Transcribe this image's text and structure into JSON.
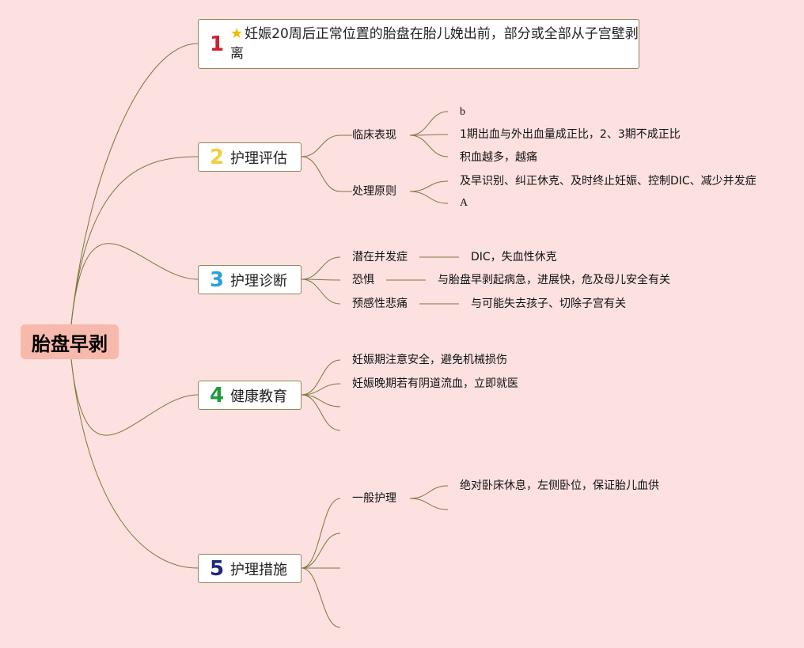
{
  "root": {
    "label": "胎盘早剥"
  },
  "colors": {
    "background": "#fde0e0",
    "root_fill": "#f8b9ad",
    "line": "#7a7a3a",
    "num1": "#d0202f",
    "num2": "#f2cf3e",
    "num3": "#2a9fd8",
    "num4": "#1f9b3a",
    "num5": "#1c2a7a"
  },
  "branches": [
    {
      "num": "1",
      "icon": "star-icon",
      "label": "妊娠20周后正常位置的胎盘在胎儿娩出前，部分或全部从子宫壁剥离"
    },
    {
      "num": "2",
      "label": "护理评估",
      "children": [
        {
          "label": "临床表现",
          "items": [
            "b",
            "1期出血与外出血量成正比，2、3期不成正比",
            "积血越多，越痛"
          ]
        },
        {
          "label": "处理原则",
          "items": [
            "及早识别、纠正休克、及时终止妊娠、控制DIC、减少并发症",
            "A"
          ]
        }
      ]
    },
    {
      "num": "3",
      "label": "护理诊断",
      "children": [
        {
          "label": "潜在并发症",
          "detail": "DIC，失血性休克"
        },
        {
          "label": "恐惧",
          "detail": "与胎盘早剥起病急，进展快，危及母儿安全有关"
        },
        {
          "label": "预感性悲痛",
          "detail": "与可能失去孩子、切除子宫有关"
        }
      ]
    },
    {
      "num": "4",
      "label": "健康教育",
      "children": [
        {
          "label": "妊娠期注意安全，避免机械损伤"
        },
        {
          "label": "妊娠晚期若有阴道流血，立即就医"
        },
        {
          "label": ""
        },
        {
          "label": ""
        }
      ]
    },
    {
      "num": "5",
      "label": "护理措施",
      "children": [
        {
          "label": "一般护理",
          "items": [
            "绝对卧床休息，左侧卧位，保证胎儿血供",
            ""
          ]
        },
        {
          "label": ""
        },
        {
          "label": ""
        },
        {
          "label": ""
        }
      ]
    }
  ]
}
